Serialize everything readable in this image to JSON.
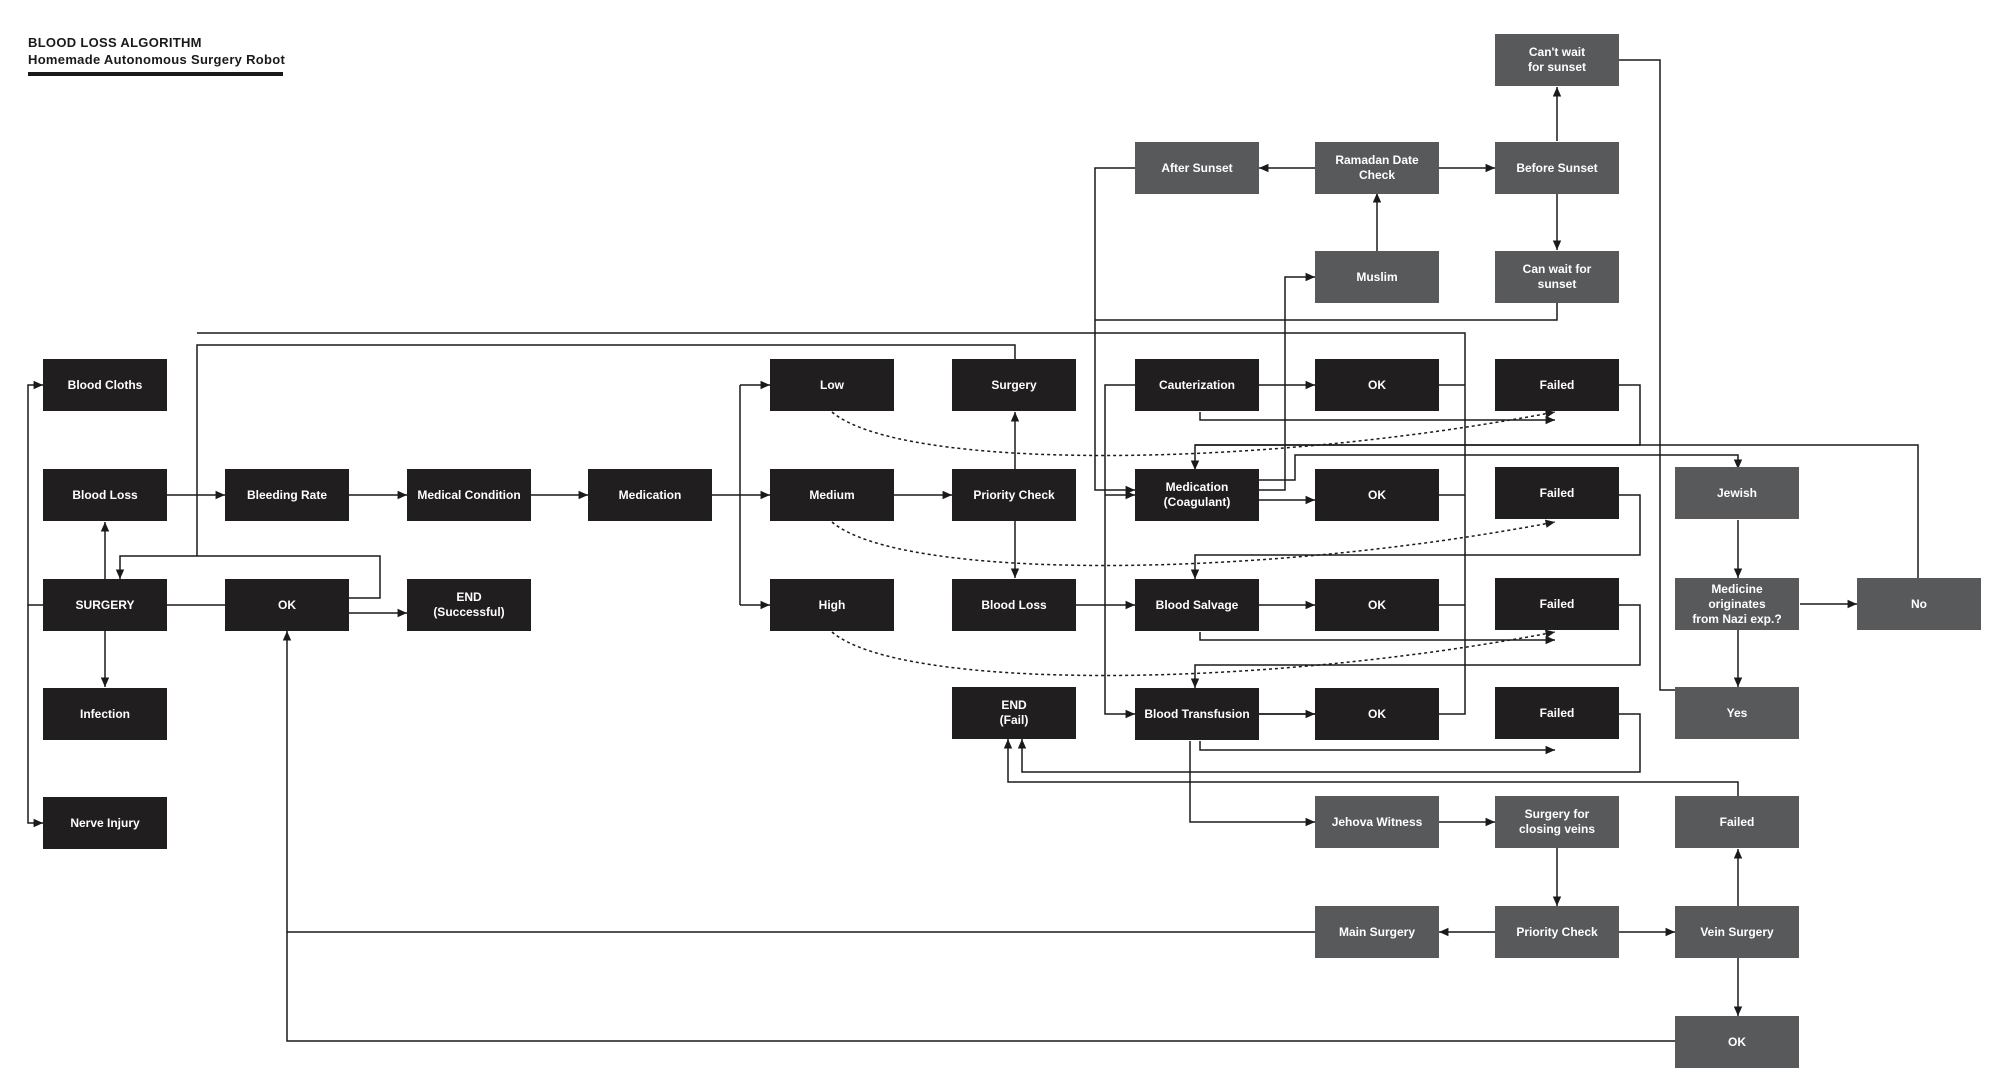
{
  "title": "BLOOD LOSS ALGORITHM",
  "subtitle": "Homemade Autonomous Surgery Robot",
  "colors": {
    "primary_node": "#211e1f",
    "secondary_node": "#58595b",
    "line": "#1a1a1a",
    "node_text": "#ffffff"
  },
  "nodes": {
    "blood_cloths": "Blood Cloths",
    "blood_loss": "Blood Loss",
    "surgery": "SURGERY",
    "infection": "Infection",
    "nerve_injury": "Nerve Injury",
    "bleeding_rate": "Bleeding Rate",
    "ok_main": "OK",
    "medical_condition": "Medical Condition",
    "end_successful": "END\n(Successful)",
    "medication": "Medication",
    "low": "Low",
    "medium": "Medium",
    "high": "High",
    "surgery_2": "Surgery",
    "priority_check": "Priority Check",
    "blood_loss_2": "Blood Loss",
    "end_fail": "END\n(Fail)",
    "cauterization": "Cauterization",
    "medication_coagulant": "Medication\n(Coagulant)",
    "blood_salvage": "Blood Salvage",
    "blood_transfusion": "Blood Transfusion",
    "ok_1": "OK",
    "ok_2": "OK",
    "ok_3": "OK",
    "ok_4": "OK",
    "failed_1": "Failed",
    "failed_2": "Failed",
    "failed_3": "Failed",
    "failed_4": "Failed",
    "after_sunset": "After Sunset",
    "ramadan_date_check": "Ramadan Date\nCheck",
    "before_sunset": "Before Sunset",
    "cant_wait": "Can't wait\nfor sunset",
    "muslim": "Muslim",
    "can_wait": "Can wait for\nsunset",
    "jewish": "Jewish",
    "medicine_nazi": "Medicine originates\nfrom Nazi exp.?",
    "no": "No",
    "yes": "Yes",
    "jehova_witness": "Jehova Witness",
    "surgery_closing_veins": "Surgery for\nclosing veins",
    "failed_vein": "Failed",
    "main_surgery": "Main Surgery",
    "priority_check_2": "Priority Check",
    "vein_surgery": "Vein Surgery",
    "ok_final": "OK"
  }
}
